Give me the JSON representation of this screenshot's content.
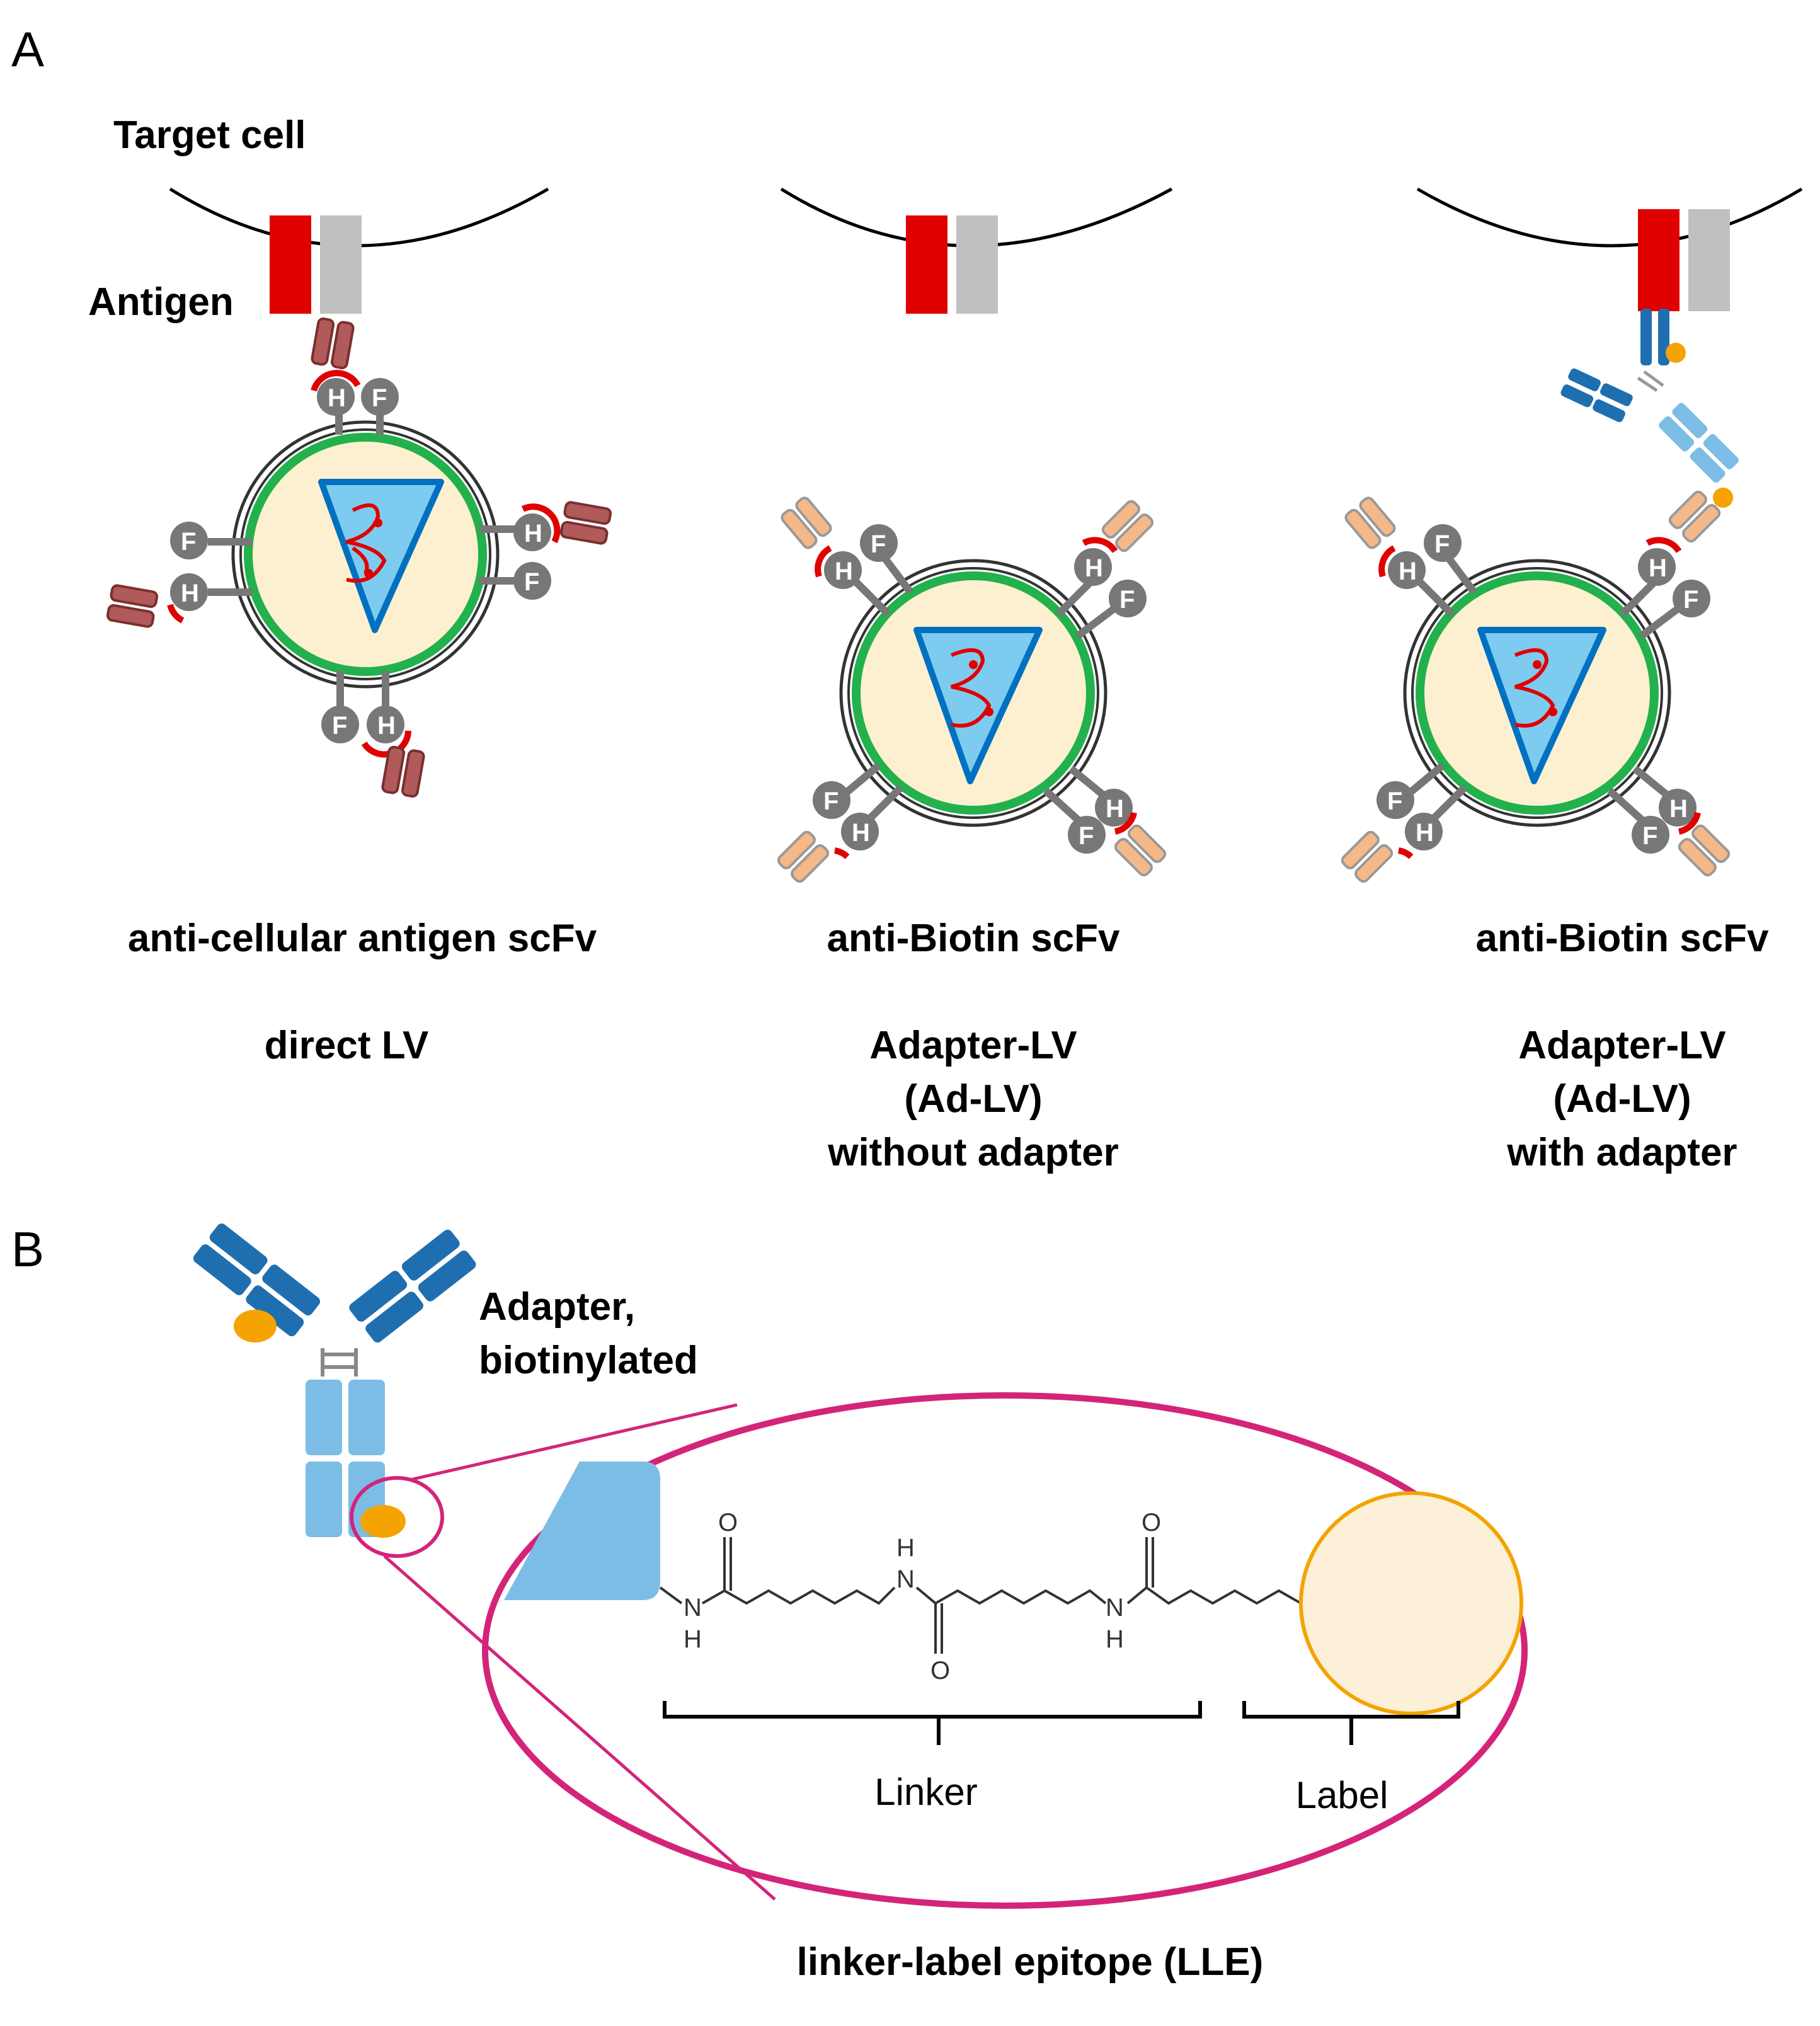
{
  "panelA": {
    "letter": "A",
    "target_cell_label": "Target cell",
    "antigen_label": "Antigen",
    "h_letter": "H",
    "f_letter": "F",
    "columns": [
      {
        "scfv_label": "anti-cellular antigen scFv",
        "caption_lines": [
          "direct LV"
        ]
      },
      {
        "scfv_label": "anti-Biotin scFv",
        "caption_lines": [
          "Adapter-LV",
          "(Ad-LV)",
          "without adapter"
        ]
      },
      {
        "scfv_label": "anti-Biotin scFv",
        "caption_lines": [
          "Adapter-LV",
          "(Ad-LV)",
          "with adapter"
        ]
      }
    ]
  },
  "panelB": {
    "letter": "B",
    "adapter_label_lines": [
      "Adapter,",
      "biotinylated"
    ],
    "atom_O": "O",
    "atom_N": "N",
    "atom_H": "H",
    "linker_label": "Linker",
    "label_label": "Label",
    "epitope_caption": "linker-label epitope (LLE)"
  },
  "colors": {
    "antigen_red": "#e00000",
    "antigen_grey": "#c0c0c0",
    "membrane_green": "#22b14c",
    "core_blue": "#7ecbf0",
    "core_stroke": "#0070c0",
    "cytoplasm": "#fdf0d0",
    "scfv_direct": "#b05a5a",
    "scfv_biotin": "#f5b888",
    "adapter_dark_blue": "#1f6fb0",
    "adapter_light_blue": "#7cbde6",
    "biotin_orange": "#f4a300",
    "zoom_magenta": "#d4247a",
    "label_fill": "#fdf0d8"
  }
}
